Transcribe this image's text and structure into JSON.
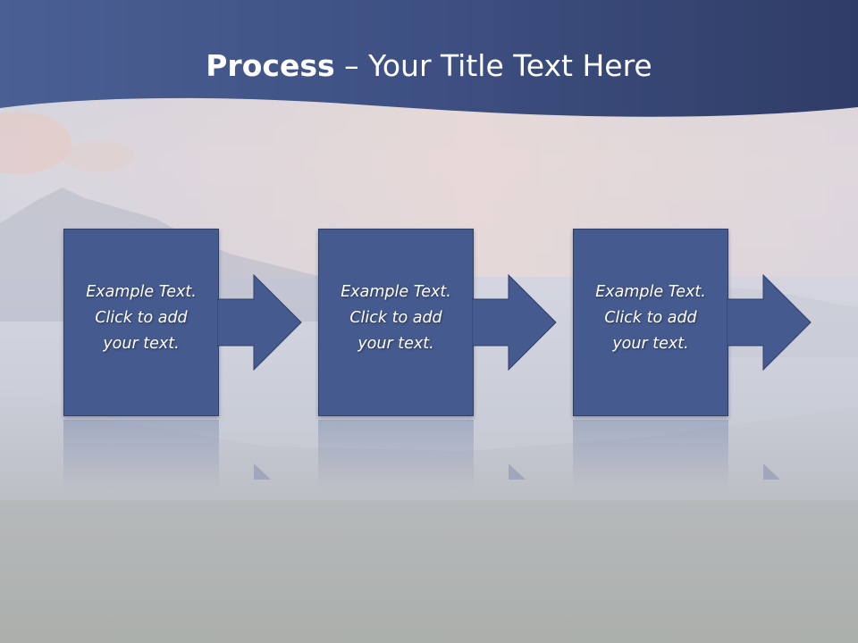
{
  "title": {
    "bold": "Process",
    "rest": " – Your Title Text Here"
  },
  "steps": [
    {
      "lines": [
        "Example Text.",
        "Click  to add",
        "your text."
      ]
    },
    {
      "lines": [
        "Example Text.",
        "Click  to add",
        "your text."
      ]
    },
    {
      "lines": [
        "Example Text.",
        "Click  to add",
        "your text."
      ]
    }
  ],
  "colors": {
    "header_band": "#3b4c78",
    "box_fill": "#455a8e",
    "box_border": "#2f3e66",
    "text": "#ffffff"
  },
  "icons": {
    "connector": "right-arrow-icon"
  }
}
